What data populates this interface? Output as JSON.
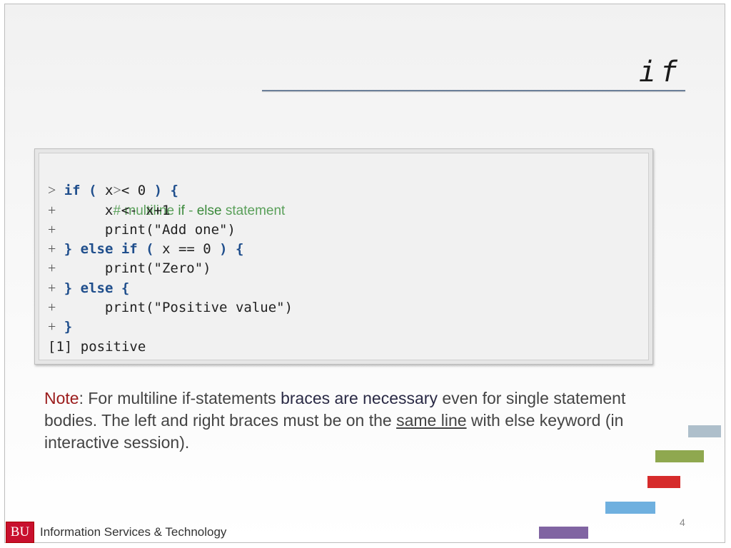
{
  "slide": {
    "title": "if",
    "page_number": "4",
    "footer": {
      "logo_text": "BU",
      "org_name": "Information Services & Technology"
    }
  },
  "code": {
    "lines": [
      {
        "prompt": ">",
        "comment_hash": "# multiline ",
        "comment_kw1": "if",
        "comment_dash": " - ",
        "comment_kw2": "else",
        "comment_tail": " statement"
      },
      {
        "prompt": ">",
        "kw_if": "if",
        "open_paren": "(",
        "cond": " x < 0 ",
        "close_paren": ")",
        "brace": "{"
      },
      {
        "prompt": "+",
        "text": "      x <- x+1"
      },
      {
        "prompt": "+",
        "text": "      print(\"Add one\")"
      },
      {
        "prompt": "+",
        "close_brace": "}",
        "kw_else_if": "else if",
        "open_paren": "(",
        "cond": " x == 0 ",
        "close_paren": ")",
        "brace": "{"
      },
      {
        "prompt": "+",
        "text": "      print(\"Zero\")"
      },
      {
        "prompt": "+",
        "close_brace": "}",
        "kw_else": "else",
        "brace": "{"
      },
      {
        "prompt": "+",
        "text": "      print(\"Positive value\")"
      },
      {
        "prompt": "+",
        "close_brace": "}"
      },
      {
        "output": "[1] positive"
      }
    ]
  },
  "note": {
    "label": "Note",
    "colon": ":",
    "text1": " For multiline if-statements ",
    "strong": "braces are necessary",
    "text2": " even for single statement bodies.  The left and right braces must be on the ",
    "underlined": "same line",
    "text3": " with else keyword (in interactive session)."
  },
  "colors": {
    "accent_red": "#c8102e",
    "keyword_blue": "#1f4e8c",
    "comment_green": "#5aa05a",
    "deco_steel": "#aebfcb",
    "deco_olive": "#8fa84f",
    "deco_red": "#d62b2b",
    "deco_sky": "#6fb0df",
    "deco_purple": "#8064a2"
  }
}
